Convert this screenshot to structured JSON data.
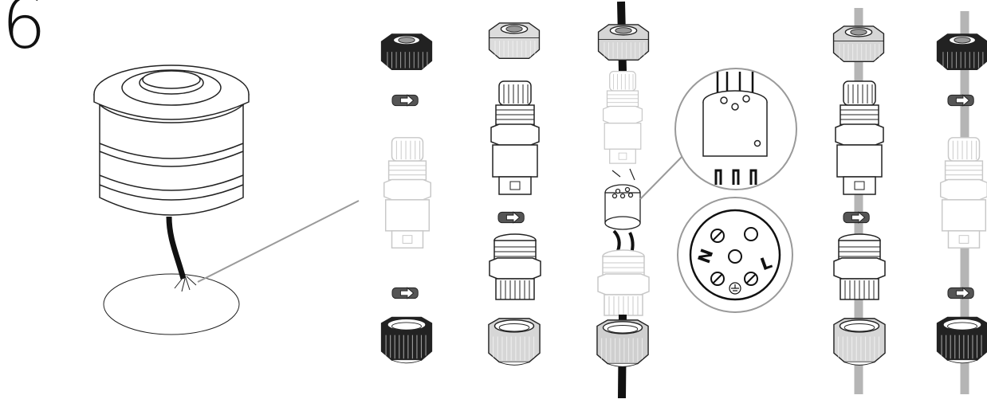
{
  "step": {
    "number": "6"
  },
  "terminal_labels": {
    "neutral": "N",
    "line": "L",
    "earth_symbol": "⏚"
  },
  "colors": {
    "dark": "#111111",
    "ghost": "#cfcfcf",
    "cable_gray": "#b5b5b5",
    "outline": "#333333"
  },
  "icons": [
    "rotate-arrow-icon",
    "earth-ground-icon"
  ]
}
